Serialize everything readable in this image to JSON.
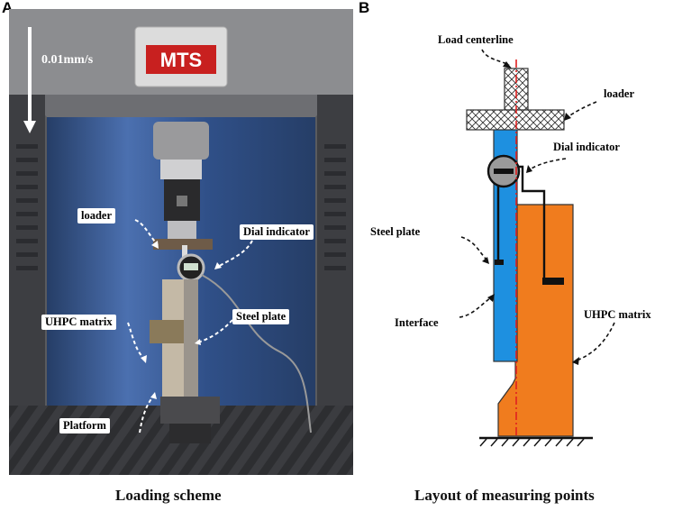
{
  "panels": [
    {
      "letter": "A",
      "caption": "Loading scheme",
      "machine_brand": "MTS",
      "rate": "0.01mm/s",
      "labels": {
        "loader": "loader",
        "dial": "Dial indicator",
        "uhpc": "UHPC matrix",
        "steel": "Steel plate",
        "platform": "Platform"
      }
    },
    {
      "letter": "B",
      "caption": "Layout of measuring points",
      "labels": {
        "centerline": "Load centerline",
        "loader": "loader",
        "dial": "Dial indicator",
        "steel": "Steel plate",
        "interface": "Interface",
        "uhpc": "UHPC matrix"
      }
    }
  ],
  "colors": {
    "steel_plate": "#1E90E0",
    "uhpc": "#F07C1E",
    "centerline": "#E02020",
    "blue_backdrop": "#3A5F9E"
  }
}
